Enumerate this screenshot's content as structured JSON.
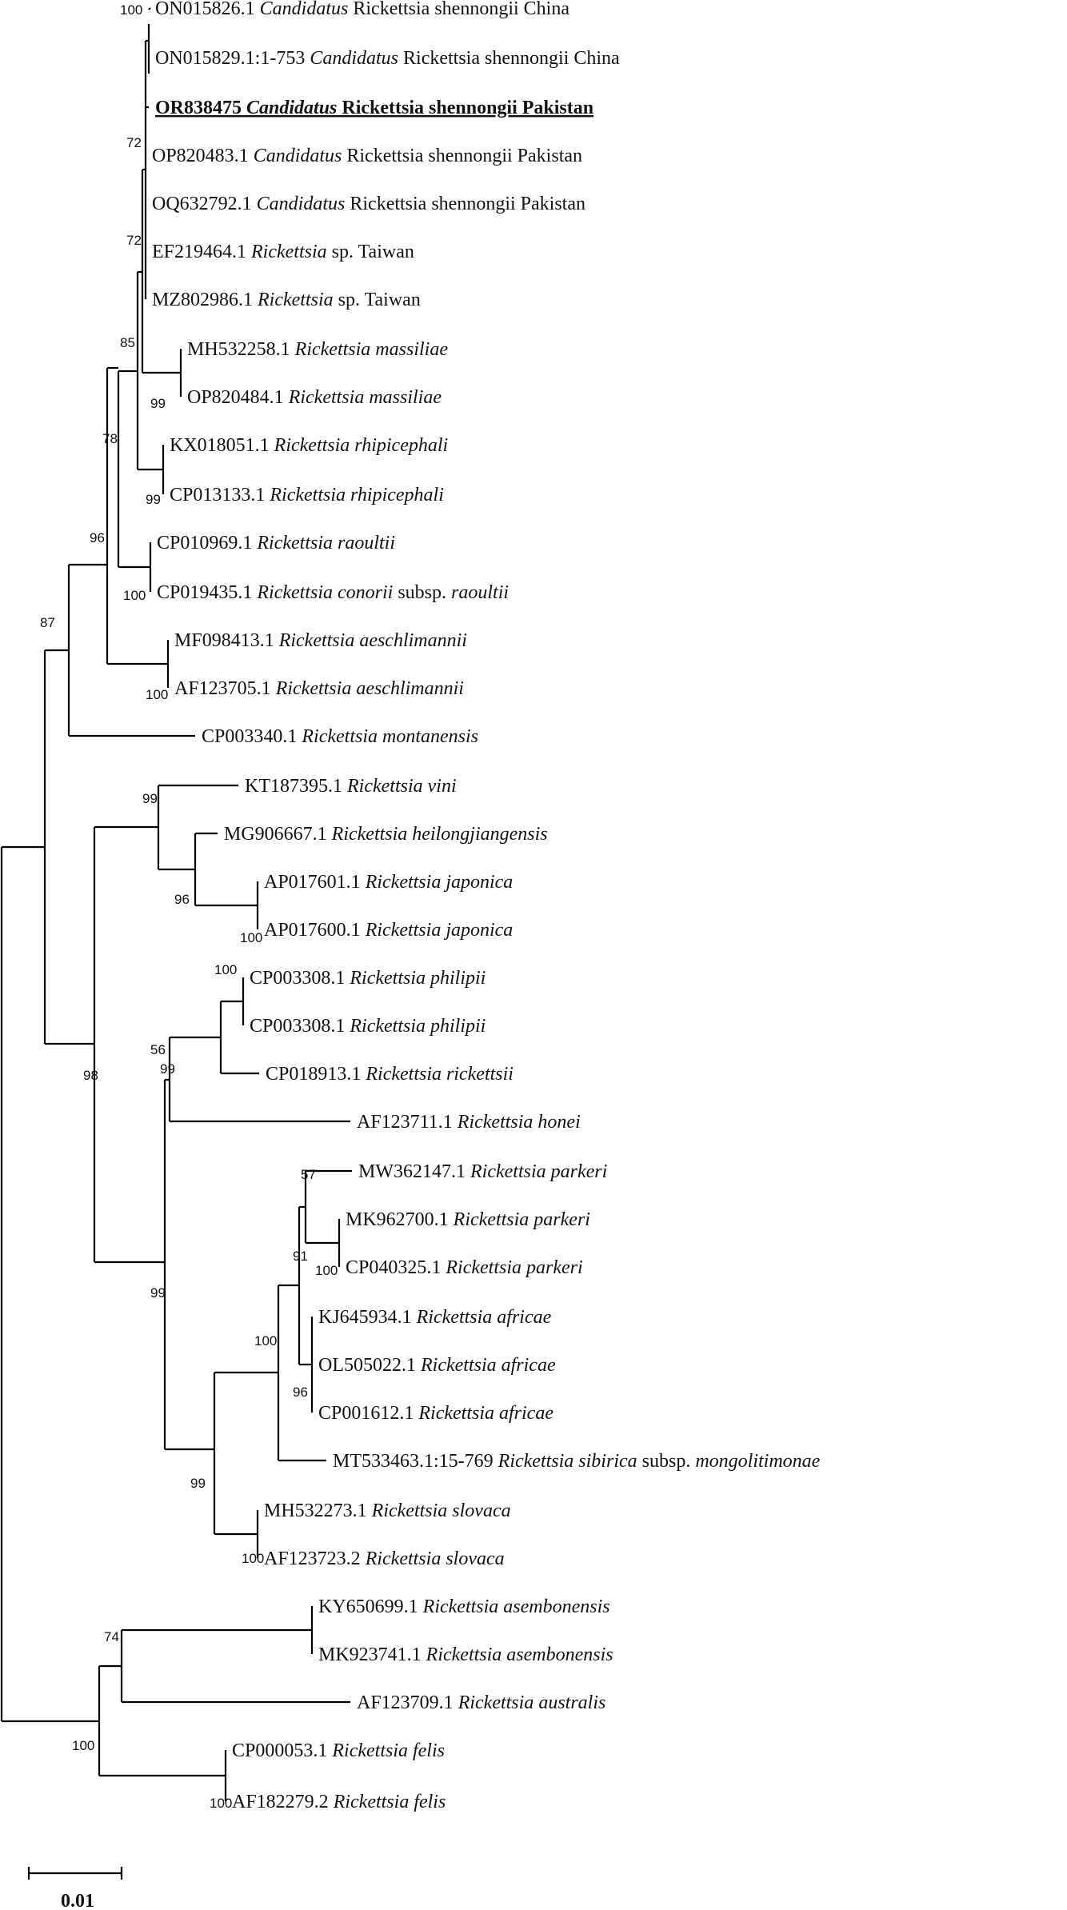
{
  "tree": {
    "leaves": [
      {
        "accession": "ON015826.1",
        "genus": "Candidatus",
        "name": "Rickettsia shennongii China"
      },
      {
        "accession": "ON015829.1:1-753",
        "genus": "Candidatus",
        "name": "Rickettsia shennongii China"
      },
      {
        "accession": "OR838475",
        "genus": "Candidatus",
        "name": "Rickettsia shennongii Pakistan",
        "highlight": true
      },
      {
        "accession": "OP820483.1",
        "genus": "Candidatus",
        "name": "Rickettsia shennongii Pakistan"
      },
      {
        "accession": "OQ632792.1",
        "genus": "Candidatus",
        "name": "Rickettsia shennongii Pakistan"
      },
      {
        "accession": "EF219464.1",
        "genus": "Rickettsia",
        "name": "sp. Taiwan"
      },
      {
        "accession": "MZ802986.1",
        "genus": "Rickettsia",
        "name": "sp. Taiwan"
      },
      {
        "accession": "MH532258.1",
        "genus": "Rickettsia massiliae",
        "name": ""
      },
      {
        "accession": "OP820484.1",
        "genus": "Rickettsia massiliae",
        "name": ""
      },
      {
        "accession": "KX018051.1",
        "genus": "Rickettsia rhipicephali",
        "name": ""
      },
      {
        "accession": "CP013133.1",
        "genus": "Rickettsia rhipicephali",
        "name": ""
      },
      {
        "accession": "CP010969.1",
        "genus": "Rickettsia raoultii",
        "name": ""
      },
      {
        "accession": "CP019435.1",
        "genus": "Rickettsia conorii",
        "name": "subsp.",
        "suffix": "raoultii"
      },
      {
        "accession": "MF098413.1",
        "genus": "Rickettsia aeschlimannii",
        "name": ""
      },
      {
        "accession": "AF123705.1",
        "genus": "Rickettsia aeschlimannii",
        "name": ""
      },
      {
        "accession": "CP003340.1",
        "genus": "Rickettsia montanensis",
        "name": ""
      },
      {
        "accession": "KT187395.1",
        "genus": "Rickettsia vini",
        "name": ""
      },
      {
        "accession": "MG906667.1",
        "genus": "Rickettsia heilongjiangensis",
        "name": ""
      },
      {
        "accession": "AP017601.1",
        "genus": "Rickettsia japonica",
        "name": ""
      },
      {
        "accession": "AP017600.1",
        "genus": "Rickettsia japonica",
        "name": ""
      },
      {
        "accession": "CP003308.1",
        "genus": "Rickettsia philipii",
        "name": ""
      },
      {
        "accession": "CP003308.1",
        "genus": "Rickettsia philipii",
        "name": ""
      },
      {
        "accession": "CP018913.1",
        "genus": "Rickettsia rickettsii",
        "name": ""
      },
      {
        "accession": "AF123711.1",
        "genus": "Rickettsia honei",
        "name": ""
      },
      {
        "accession": "MW362147.1",
        "genus": "Rickettsia parkeri",
        "name": ""
      },
      {
        "accession": "MK962700.1",
        "genus": "Rickettsia parkeri",
        "name": ""
      },
      {
        "accession": "CP040325.1",
        "genus": "Rickettsia parkeri",
        "name": ""
      },
      {
        "accession": "KJ645934.1",
        "genus": "Rickettsia africae",
        "name": ""
      },
      {
        "accession": "OL505022.1",
        "genus": "Rickettsia africae",
        "name": ""
      },
      {
        "accession": "CP001612.1",
        "genus": "Rickettsia africae",
        "name": ""
      },
      {
        "accession": "MT533463.1:15-769",
        "genus": "Rickettsia sibirica",
        "name": "subsp.",
        "suffix": "mongolitimonae"
      },
      {
        "accession": "MH532273.1",
        "genus": "Rickettsia slovaca",
        "name": ""
      },
      {
        "accession": "AF123723.2",
        "genus": "Rickettsia slovaca",
        "name": ""
      },
      {
        "accession": "KY650699.1",
        "genus": "Rickettsia asembonensis",
        "name": ""
      },
      {
        "accession": "MK923741.1",
        "genus": "Rickettsia asembonensis",
        "name": ""
      },
      {
        "accession": "AF123709.1",
        "genus": "Rickettsia australis",
        "name": ""
      },
      {
        "accession": "CP000053.1",
        "genus": "Rickettsia felis",
        "name": ""
      },
      {
        "accession": "AF182279.2",
        "genus": "Rickettsia felis",
        "name": ""
      }
    ],
    "bootstrap_values": [
      "100",
      "72",
      "72",
      "85",
      "99",
      "78",
      "99",
      "96",
      "100",
      "87",
      "100",
      "99",
      "96",
      "100",
      "100",
      "99",
      "56",
      "98",
      "57",
      "100",
      "91",
      "100",
      "96",
      "99",
      "99",
      "100",
      "74",
      "100",
      "100"
    ],
    "scale_bar": {
      "label": "0.01",
      "length": 0.01
    }
  }
}
